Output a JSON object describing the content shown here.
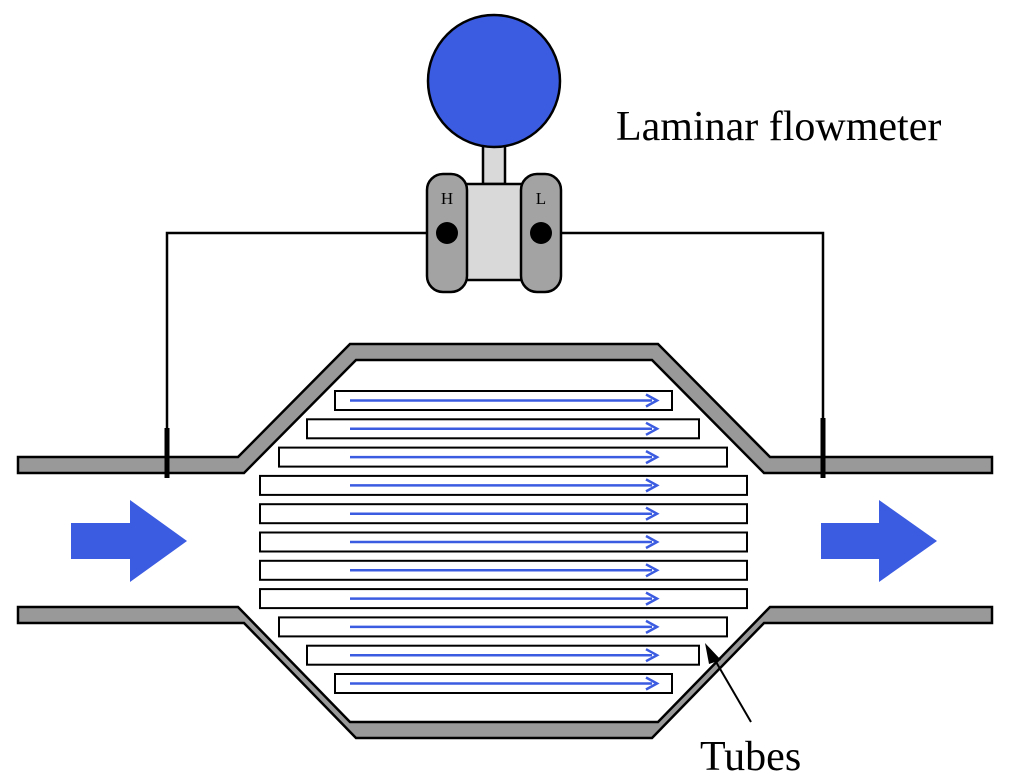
{
  "labels": {
    "title": "Laminar flowmeter",
    "tubes": "Tubes",
    "port_high": "H",
    "port_low": "L"
  },
  "colors": {
    "pipe_wall": "#999999",
    "gauge_face": "#3b5be0",
    "flow_arrow": "#3b5be0",
    "tube_flow_line": "#3b5be0",
    "transmitter_body": "#d9d9d9",
    "transmitter_capsule": "#a3a3a3"
  },
  "tube_count": 11,
  "icons": {
    "inlet": "flow-arrow-right-icon",
    "outlet": "flow-arrow-right-icon",
    "gauge": "gauge-icon"
  }
}
